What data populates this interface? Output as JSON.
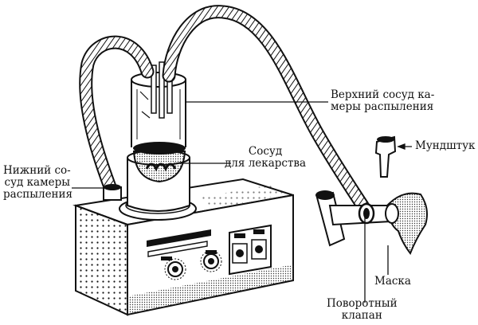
{
  "labels": {
    "upper_vessel": {
      "line1": "Верхний сосуд ка-",
      "line2": "меры распыления"
    },
    "drug_vessel": {
      "line1": "Сосуд",
      "line2": "для лекарства"
    },
    "lower_vessel": {
      "line1": "Нижний со-",
      "line2": "суд камеры",
      "line3": "распыления"
    },
    "mouthpiece": {
      "text": "Мундштук"
    },
    "mask": {
      "text": "Маска"
    },
    "valve": {
      "line1": "Поворотный",
      "line2": "клапан"
    }
  },
  "colors": {
    "ink": "#111111",
    "paper": "#ffffff",
    "hatch": "#555555"
  }
}
